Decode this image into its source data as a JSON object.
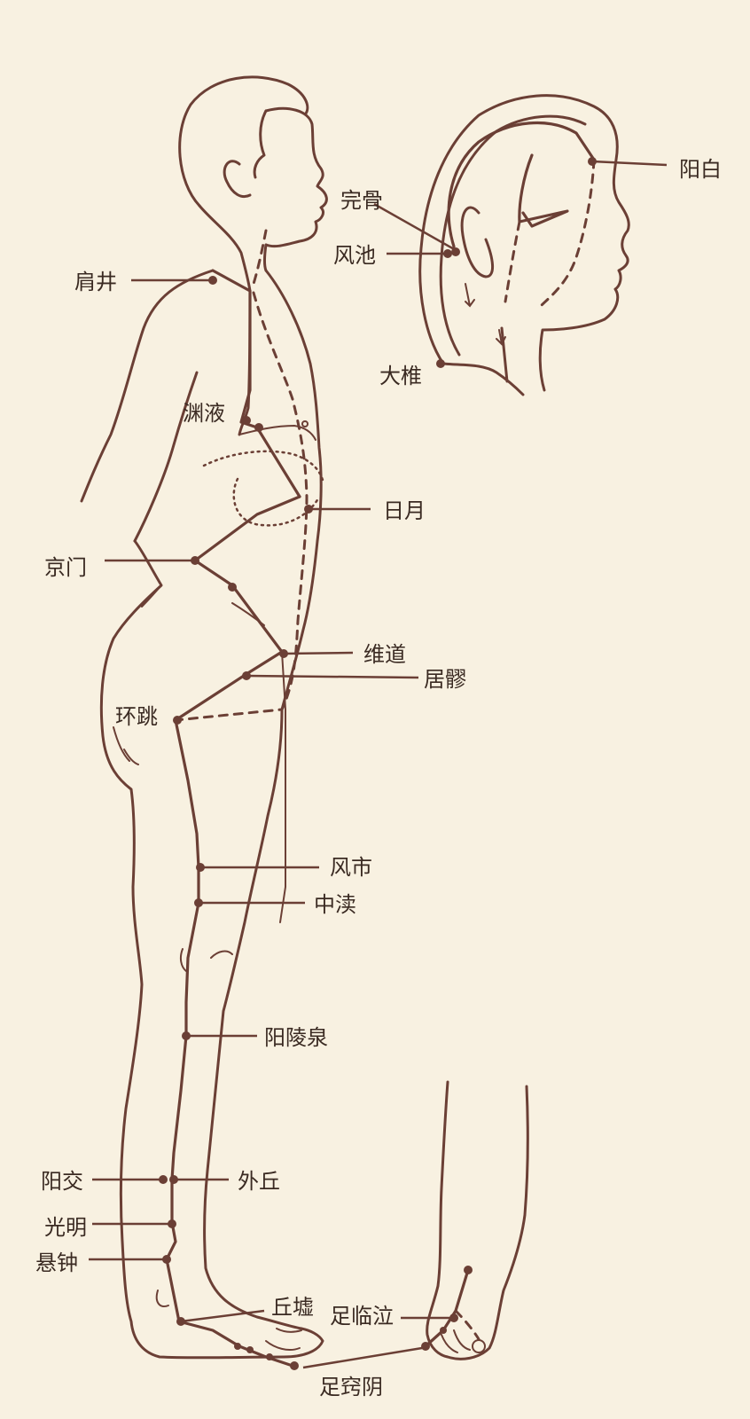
{
  "figure": {
    "colors": {
      "background": "#f8f1e1",
      "line": "#6b3f35",
      "text": "#3a2a22"
    },
    "acupoints": [
      {
        "id": "yangbai",
        "label": "阳白"
      },
      {
        "id": "wangu",
        "label": "完骨"
      },
      {
        "id": "fengchi",
        "label": "风池"
      },
      {
        "id": "dazhui",
        "label": "大椎"
      },
      {
        "id": "jianjing",
        "label": "肩井"
      },
      {
        "id": "yuanye",
        "label": "渊液"
      },
      {
        "id": "riyue",
        "label": "日月"
      },
      {
        "id": "jingmen",
        "label": "京门"
      },
      {
        "id": "weidao",
        "label": "维道"
      },
      {
        "id": "juliao",
        "label": "居髎"
      },
      {
        "id": "huantiao",
        "label": "环跳"
      },
      {
        "id": "fengshi",
        "label": "风市"
      },
      {
        "id": "zhongdu",
        "label": "中渎"
      },
      {
        "id": "yanglingquan",
        "label": "阳陵泉"
      },
      {
        "id": "yangjiao",
        "label": "阳交"
      },
      {
        "id": "waiqiu",
        "label": "外丘"
      },
      {
        "id": "guangming",
        "label": "光明"
      },
      {
        "id": "xuanzhong",
        "label": "悬钟"
      },
      {
        "id": "qiuxu",
        "label": "丘墟"
      },
      {
        "id": "zulinqi",
        "label": "足临泣"
      },
      {
        "id": "zuqiaoyin",
        "label": "足窍阴"
      }
    ]
  }
}
